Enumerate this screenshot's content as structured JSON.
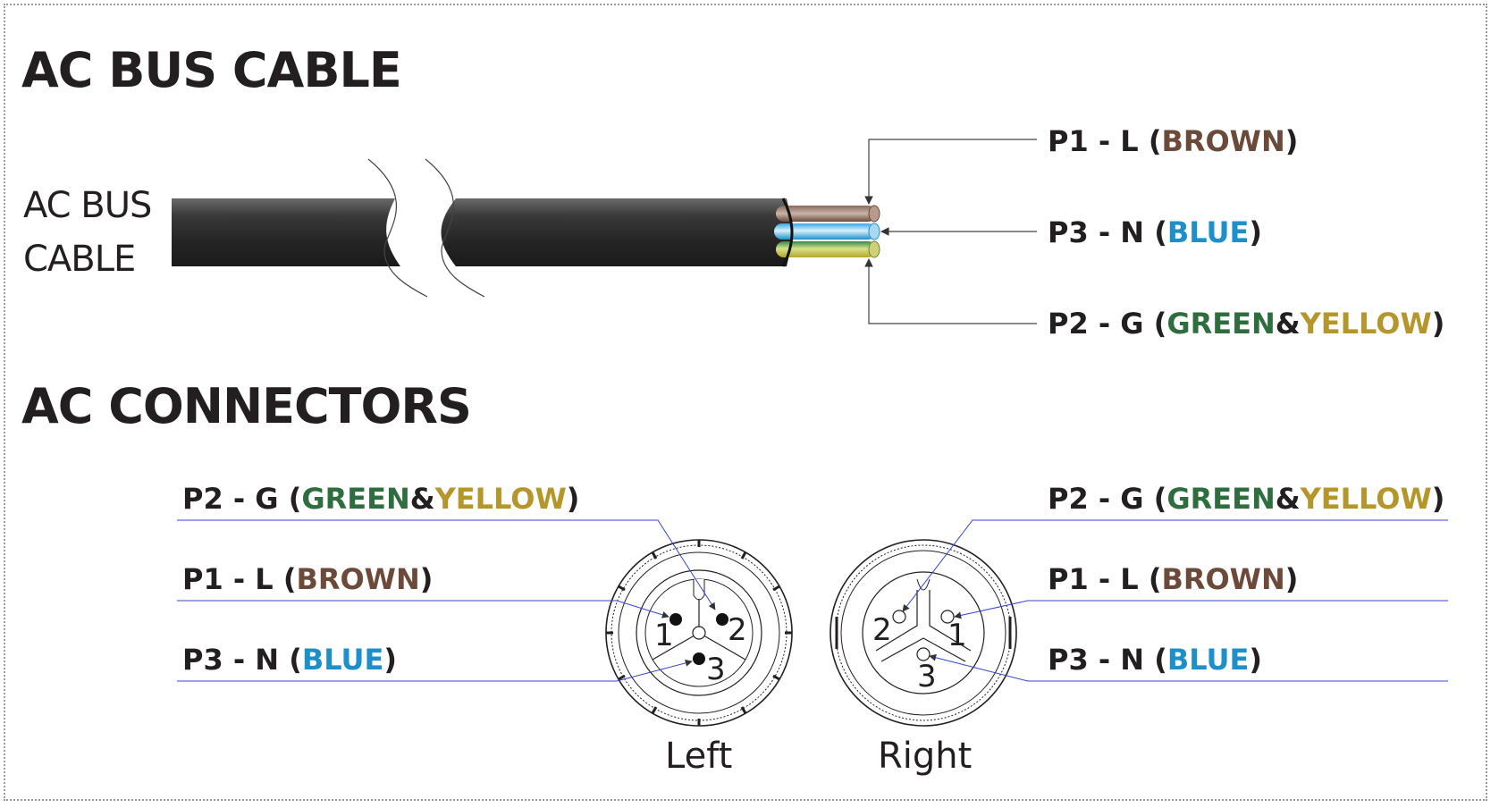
{
  "titles": {
    "cable_heading": "AC BUS CABLE",
    "connectors_heading": "AC CONNECTORS"
  },
  "cable": {
    "label_line1": "AC BUS",
    "label_line2": "CABLE",
    "wire_labels": [
      {
        "pin": "P1 - L",
        "open": "(",
        "color1": "BROWN",
        "amp": "",
        "color2": "",
        "close": ")"
      },
      {
        "pin": "P3 - N",
        "open": "(",
        "color1": "BLUE",
        "amp": "",
        "color2": "",
        "close": ")"
      },
      {
        "pin": "P2 - G",
        "open": "(",
        "color1": "GREEN",
        "amp": "&",
        "color2": "YELLOW",
        "close": ")"
      }
    ]
  },
  "connectors": {
    "left": {
      "caption": "Left",
      "pin_numbers": [
        "1",
        "2",
        "3"
      ],
      "labels": [
        {
          "pin": "P2 - G",
          "open": "(",
          "color1": "GREEN",
          "amp": "&",
          "color2": "YELLOW",
          "close": ")"
        },
        {
          "pin": "P1 - L",
          "open": "(",
          "color1": "BROWN",
          "amp": "",
          "color2": "",
          "close": ")"
        },
        {
          "pin": "P3 - N",
          "open": "(",
          "color1": "BLUE",
          "amp": "",
          "color2": "",
          "close": ")"
        }
      ]
    },
    "right": {
      "caption": "Right",
      "pin_numbers": [
        "2",
        "1",
        "3"
      ],
      "labels": [
        {
          "pin": "P2 - G",
          "open": "(",
          "color1": "GREEN",
          "amp": "&",
          "color2": "YELLOW",
          "close": ")"
        },
        {
          "pin": "P1 - L",
          "open": "(",
          "color1": "BROWN",
          "amp": "",
          "color2": "",
          "close": ")"
        },
        {
          "pin": "P3 - N",
          "open": "(",
          "color1": "BLUE",
          "amp": "",
          "color2": "",
          "close": ")"
        }
      ]
    }
  },
  "colors": {
    "text": "#231f20",
    "brown": "#6b4a3a",
    "blue": "#1f8fc9",
    "green": "#2e6e3e",
    "yellow": "#b5962a",
    "leader_blue": "#3344cc",
    "arrow_gray": "#555555",
    "jacket": "#2a2a2a"
  }
}
